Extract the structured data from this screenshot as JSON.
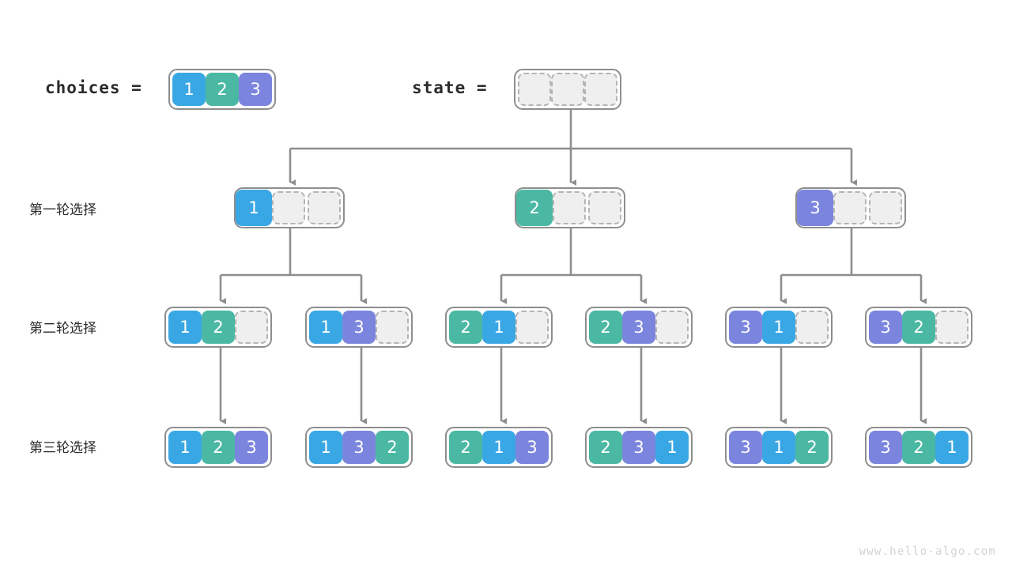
{
  "header": {
    "choices_label": "choices =",
    "state_label": "state ="
  },
  "watermark": "www.hello-algo.com",
  "colors": {
    "value_1": "#3aa7e5",
    "value_2": "#4bb8a3",
    "value_3": "#7b85de",
    "empty_cell": "#efefef",
    "border": "#8e8e8e",
    "dashed_border": "#b4b4b4",
    "connector": "#8e8e8e",
    "text": "#2b2b2b",
    "watermark": "#d3d3d3"
  },
  "rows": [
    {
      "label": "第一轮选择"
    },
    {
      "label": "第二轮选择"
    },
    {
      "label": "第三轮选择"
    }
  ],
  "choices_array": {
    "cells": [
      "1",
      "2",
      "3"
    ]
  },
  "state_array": {
    "cells": [
      "",
      "",
      ""
    ]
  },
  "level1": [
    {
      "cells": [
        "1",
        "",
        ""
      ]
    },
    {
      "cells": [
        "2",
        "",
        ""
      ]
    },
    {
      "cells": [
        "3",
        "",
        ""
      ]
    }
  ],
  "level2": [
    {
      "cells": [
        "1",
        "2",
        ""
      ]
    },
    {
      "cells": [
        "1",
        "3",
        ""
      ]
    },
    {
      "cells": [
        "2",
        "1",
        ""
      ]
    },
    {
      "cells": [
        "2",
        "3",
        ""
      ]
    },
    {
      "cells": [
        "3",
        "1",
        ""
      ]
    },
    {
      "cells": [
        "3",
        "2",
        ""
      ]
    }
  ],
  "level3": [
    {
      "cells": [
        "1",
        "2",
        "3"
      ]
    },
    {
      "cells": [
        "1",
        "3",
        "2"
      ]
    },
    {
      "cells": [
        "2",
        "1",
        "3"
      ]
    },
    {
      "cells": [
        "2",
        "3",
        "1"
      ]
    },
    {
      "cells": [
        "3",
        "1",
        "2"
      ]
    },
    {
      "cells": [
        "3",
        "2",
        "1"
      ]
    }
  ]
}
